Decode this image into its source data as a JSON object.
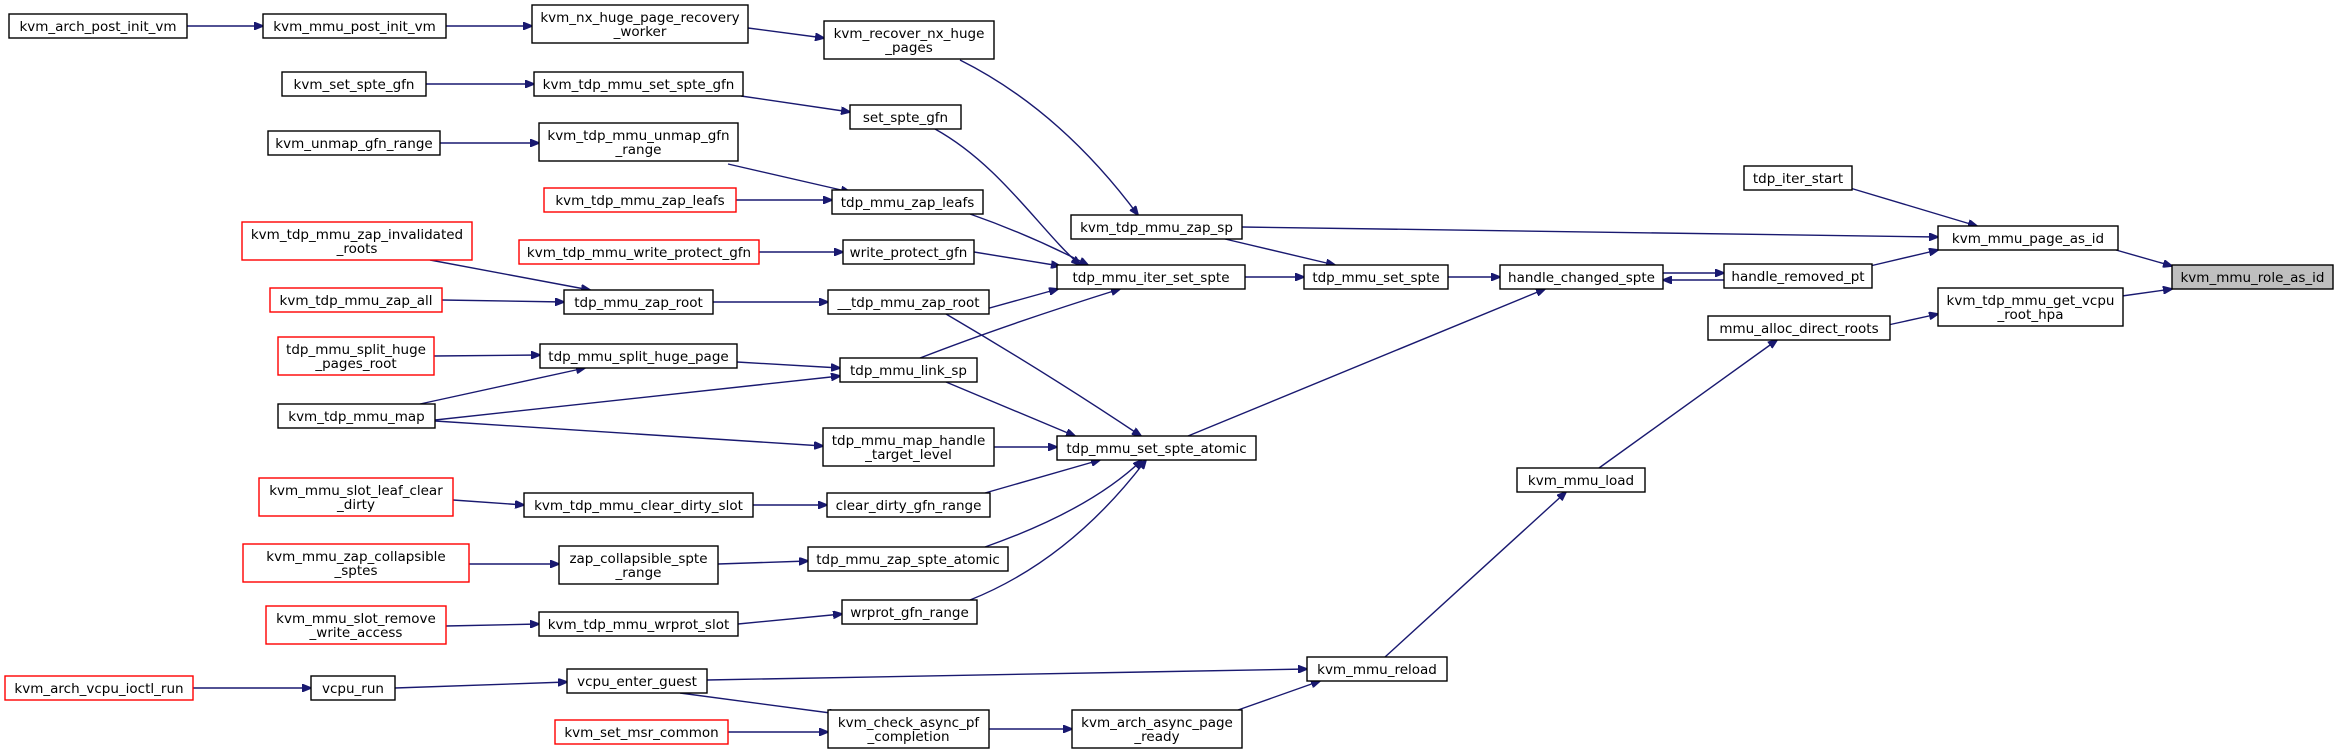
{
  "colors": {
    "edge": "#191970",
    "node_border": "#000000",
    "truncated_border": "#ff0000",
    "root_fill": "#bfbfbf",
    "background": "#ffffff"
  },
  "nodes": [
    {
      "id": "n_root",
      "lines": [
        "kvm_mmu_role_as_id"
      ],
      "style": "root"
    },
    {
      "id": "n_page_as_id",
      "lines": [
        "kvm_mmu_page_as_id"
      ],
      "style": "normal"
    },
    {
      "id": "n_get_vcpu_root_hpa",
      "lines": [
        "kvm_tdp_mmu_get_vcpu",
        "_root_hpa"
      ],
      "style": "normal"
    },
    {
      "id": "n_tdp_iter_start",
      "lines": [
        "tdp_iter_start"
      ],
      "style": "normal"
    },
    {
      "id": "n_handle_removed_pt",
      "lines": [
        "handle_removed_pt"
      ],
      "style": "normal"
    },
    {
      "id": "n_mmu_alloc_direct_roots",
      "lines": [
        "mmu_alloc_direct_roots"
      ],
      "style": "normal"
    },
    {
      "id": "n_handle_changed_spte",
      "lines": [
        "handle_changed_spte"
      ],
      "style": "normal"
    },
    {
      "id": "n_kvm_mmu_load",
      "lines": [
        "kvm_mmu_load"
      ],
      "style": "normal"
    },
    {
      "id": "n_kvm_mmu_reload",
      "lines": [
        "kvm_mmu_reload"
      ],
      "style": "normal"
    },
    {
      "id": "n_tdp_mmu_set_spte",
      "lines": [
        "tdp_mmu_set_spte"
      ],
      "style": "normal"
    },
    {
      "id": "n_tdp_mmu_set_spte_atomic",
      "lines": [
        "tdp_mmu_set_spte_atomic"
      ],
      "style": "normal"
    },
    {
      "id": "n_kvm_tdp_mmu_zap_sp",
      "lines": [
        "kvm_tdp_mmu_zap_sp"
      ],
      "style": "normal"
    },
    {
      "id": "n_tdp_mmu_iter_set_spte",
      "lines": [
        "tdp_mmu_iter_set_spte"
      ],
      "style": "normal"
    },
    {
      "id": "n_kvm_arch_async_page_ready",
      "lines": [
        "kvm_arch_async_page",
        "_ready"
      ],
      "style": "normal"
    },
    {
      "id": "n_vcpu_enter_guest",
      "lines": [
        "vcpu_enter_guest"
      ],
      "style": "normal"
    },
    {
      "id": "n_kvm_recover_nx_huge_pages",
      "lines": [
        "kvm_recover_nx_huge",
        "_pages"
      ],
      "style": "normal"
    },
    {
      "id": "n_set_spte_gfn",
      "lines": [
        "set_spte_gfn"
      ],
      "style": "normal"
    },
    {
      "id": "n_tdp_mmu_zap_leafs",
      "lines": [
        "tdp_mmu_zap_leafs"
      ],
      "style": "normal"
    },
    {
      "id": "n_write_protect_gfn",
      "lines": [
        "write_protect_gfn"
      ],
      "style": "normal"
    },
    {
      "id": "n___tdp_mmu_zap_root",
      "lines": [
        "__tdp_mmu_zap_root"
      ],
      "style": "normal"
    },
    {
      "id": "n_tdp_mmu_link_sp",
      "lines": [
        "tdp_mmu_link_sp"
      ],
      "style": "normal"
    },
    {
      "id": "n_tdp_mmu_map_handle_target_level",
      "lines": [
        "tdp_mmu_map_handle",
        "_target_level"
      ],
      "style": "normal"
    },
    {
      "id": "n_clear_dirty_gfn_range",
      "lines": [
        "clear_dirty_gfn_range"
      ],
      "style": "normal"
    },
    {
      "id": "n_tdp_mmu_zap_spte_atomic",
      "lines": [
        "tdp_mmu_zap_spte_atomic"
      ],
      "style": "normal"
    },
    {
      "id": "n_wrprot_gfn_range",
      "lines": [
        "wrprot_gfn_range"
      ],
      "style": "normal"
    },
    {
      "id": "n_kvm_check_async_pf_completion",
      "lines": [
        "kvm_check_async_pf",
        "_completion"
      ],
      "style": "normal"
    },
    {
      "id": "n_kvm_nx_huge_page_recovery_worker",
      "lines": [
        "kvm_nx_huge_page_recovery",
        "_worker"
      ],
      "style": "normal"
    },
    {
      "id": "n_kvm_tdp_mmu_set_spte_gfn",
      "lines": [
        "kvm_tdp_mmu_set_spte_gfn"
      ],
      "style": "normal"
    },
    {
      "id": "n_kvm_tdp_mmu_unmap_gfn_range",
      "lines": [
        "kvm_tdp_mmu_unmap_gfn",
        "_range"
      ],
      "style": "normal"
    },
    {
      "id": "n_tdp_mmu_zap_root",
      "lines": [
        "tdp_mmu_zap_root"
      ],
      "style": "normal"
    },
    {
      "id": "n_tdp_mmu_split_huge_page",
      "lines": [
        "tdp_mmu_split_huge_page"
      ],
      "style": "normal"
    },
    {
      "id": "n_kvm_tdp_mmu_clear_dirty_slot",
      "lines": [
        "kvm_tdp_mmu_clear_dirty_slot"
      ],
      "style": "normal"
    },
    {
      "id": "n_zap_collapsible_spte_range",
      "lines": [
        "zap_collapsible_spte",
        "_range"
      ],
      "style": "normal"
    },
    {
      "id": "n_kvm_tdp_mmu_wrprot_slot",
      "lines": [
        "kvm_tdp_mmu_wrprot_slot"
      ],
      "style": "normal"
    },
    {
      "id": "n_vcpu_run",
      "lines": [
        "vcpu_run"
      ],
      "style": "normal"
    },
    {
      "id": "n_kvm_tdp_mmu_zap_leafs",
      "lines": [
        "kvm_tdp_mmu_zap_leafs"
      ],
      "style": "truncated"
    },
    {
      "id": "n_kvm_tdp_mmu_write_protect_gfn",
      "lines": [
        "kvm_tdp_mmu_write_protect_gfn"
      ],
      "style": "truncated"
    },
    {
      "id": "n_kvm_tdp_mmu_zap_invalidated_roots",
      "lines": [
        "kvm_tdp_mmu_zap_invalidated",
        "_roots"
      ],
      "style": "truncated"
    },
    {
      "id": "n_kvm_tdp_mmu_zap_all",
      "lines": [
        "kvm_tdp_mmu_zap_all"
      ],
      "style": "truncated"
    },
    {
      "id": "n_tdp_mmu_split_huge_pages_root",
      "lines": [
        "tdp_mmu_split_huge",
        "_pages_root"
      ],
      "style": "truncated"
    },
    {
      "id": "n_kvm_tdp_mmu_map",
      "lines": [
        "kvm_tdp_mmu_map"
      ],
      "style": "normal"
    },
    {
      "id": "n_kvm_mmu_slot_leaf_clear_dirty",
      "lines": [
        "kvm_mmu_slot_leaf_clear",
        "_dirty"
      ],
      "style": "truncated"
    },
    {
      "id": "n_kvm_mmu_zap_collapsible_sptes",
      "lines": [
        "kvm_mmu_zap_collapsible",
        "_sptes"
      ],
      "style": "truncated"
    },
    {
      "id": "n_kvm_mmu_slot_remove_write_access",
      "lines": [
        "kvm_mmu_slot_remove",
        "_write_access"
      ],
      "style": "truncated"
    },
    {
      "id": "n_kvm_set_msr_common",
      "lines": [
        "kvm_set_msr_common"
      ],
      "style": "truncated"
    },
    {
      "id": "n_kvm_mmu_post_init_vm",
      "lines": [
        "kvm_mmu_post_init_vm"
      ],
      "style": "normal"
    },
    {
      "id": "n_kvm_set_spte_gfn",
      "lines": [
        "kvm_set_spte_gfn"
      ],
      "style": "normal"
    },
    {
      "id": "n_kvm_unmap_gfn_range",
      "lines": [
        "kvm_unmap_gfn_range"
      ],
      "style": "normal"
    },
    {
      "id": "n_kvm_arch_vcpu_ioctl_run",
      "lines": [
        "kvm_arch_vcpu_ioctl_run"
      ],
      "style": "truncated"
    },
    {
      "id": "n_kvm_arch_post_init_vm",
      "lines": [
        "kvm_arch_post_init_vm"
      ],
      "style": "normal"
    }
  ],
  "edges": [
    {
      "from": "n_page_as_id",
      "to": "n_root"
    },
    {
      "from": "n_get_vcpu_root_hpa",
      "to": "n_root"
    },
    {
      "from": "n_tdp_iter_start",
      "to": "n_page_as_id"
    },
    {
      "from": "n_handle_removed_pt",
      "to": "n_page_as_id"
    },
    {
      "from": "n_kvm_tdp_mmu_zap_sp",
      "to": "n_page_as_id"
    },
    {
      "from": "n_mmu_alloc_direct_roots",
      "to": "n_get_vcpu_root_hpa"
    },
    {
      "from": "n_handle_changed_spte",
      "to": "n_handle_removed_pt"
    },
    {
      "from": "n_handle_removed_pt",
      "to": "n_handle_changed_spte"
    },
    {
      "from": "n_kvm_mmu_load",
      "to": "n_mmu_alloc_direct_roots"
    },
    {
      "from": "n_kvm_mmu_reload",
      "to": "n_kvm_mmu_load"
    },
    {
      "from": "n_tdp_mmu_set_spte",
      "to": "n_handle_changed_spte"
    },
    {
      "from": "n_tdp_mmu_set_spte_atomic",
      "to": "n_handle_changed_spte"
    },
    {
      "from": "n_kvm_tdp_mmu_zap_sp",
      "to": "n_tdp_mmu_set_spte"
    },
    {
      "from": "n_tdp_mmu_iter_set_spte",
      "to": "n_tdp_mmu_set_spte"
    },
    {
      "from": "n_kvm_arch_async_page_ready",
      "to": "n_kvm_mmu_reload"
    },
    {
      "from": "n_vcpu_enter_guest",
      "to": "n_kvm_mmu_reload"
    },
    {
      "from": "n_kvm_recover_nx_huge_pages",
      "to": "n_kvm_tdp_mmu_zap_sp"
    },
    {
      "from": "n_set_spte_gfn",
      "to": "n_tdp_mmu_iter_set_spte"
    },
    {
      "from": "n_tdp_mmu_zap_leafs",
      "to": "n_tdp_mmu_iter_set_spte"
    },
    {
      "from": "n_write_protect_gfn",
      "to": "n_tdp_mmu_iter_set_spte"
    },
    {
      "from": "n___tdp_mmu_zap_root",
      "to": "n_tdp_mmu_iter_set_spte"
    },
    {
      "from": "n_tdp_mmu_link_sp",
      "to": "n_tdp_mmu_iter_set_spte"
    },
    {
      "from": "n___tdp_mmu_zap_root",
      "to": "n_tdp_mmu_set_spte_atomic"
    },
    {
      "from": "n_tdp_mmu_link_sp",
      "to": "n_tdp_mmu_set_spte_atomic"
    },
    {
      "from": "n_tdp_mmu_map_handle_target_level",
      "to": "n_tdp_mmu_set_spte_atomic"
    },
    {
      "from": "n_clear_dirty_gfn_range",
      "to": "n_tdp_mmu_set_spte_atomic"
    },
    {
      "from": "n_tdp_mmu_zap_spte_atomic",
      "to": "n_tdp_mmu_set_spte_atomic"
    },
    {
      "from": "n_wrprot_gfn_range",
      "to": "n_tdp_mmu_set_spte_atomic"
    },
    {
      "from": "n_kvm_check_async_pf_completion",
      "to": "n_kvm_arch_async_page_ready"
    },
    {
      "from": "n_kvm_nx_huge_page_recovery_worker",
      "to": "n_kvm_recover_nx_huge_pages"
    },
    {
      "from": "n_kvm_tdp_mmu_set_spte_gfn",
      "to": "n_set_spte_gfn"
    },
    {
      "from": "n_kvm_tdp_mmu_unmap_gfn_range",
      "to": "n_tdp_mmu_zap_leafs"
    },
    {
      "from": "n_kvm_tdp_mmu_zap_leafs",
      "to": "n_tdp_mmu_zap_leafs"
    },
    {
      "from": "n_kvm_tdp_mmu_write_protect_gfn",
      "to": "n_write_protect_gfn"
    },
    {
      "from": "n_tdp_mmu_zap_root",
      "to": "n___tdp_mmu_zap_root"
    },
    {
      "from": "n_tdp_mmu_split_huge_page",
      "to": "n_tdp_mmu_link_sp"
    },
    {
      "from": "n_kvm_tdp_mmu_map",
      "to": "n_tdp_mmu_link_sp"
    },
    {
      "from": "n_kvm_tdp_mmu_map",
      "to": "n_tdp_mmu_map_handle_target_level"
    },
    {
      "from": "n_kvm_tdp_mmu_clear_dirty_slot",
      "to": "n_clear_dirty_gfn_range"
    },
    {
      "from": "n_zap_collapsible_spte_range",
      "to": "n_tdp_mmu_zap_spte_atomic"
    },
    {
      "from": "n_kvm_tdp_mmu_wrprot_slot",
      "to": "n_wrprot_gfn_range"
    },
    {
      "from": "n_vcpu_enter_guest",
      "to": "n_kvm_check_async_pf_completion"
    },
    {
      "from": "n_kvm_set_msr_common",
      "to": "n_kvm_check_async_pf_completion"
    },
    {
      "from": "n_kvm_mmu_post_init_vm",
      "to": "n_kvm_nx_huge_page_recovery_worker"
    },
    {
      "from": "n_kvm_set_spte_gfn",
      "to": "n_kvm_tdp_mmu_set_spte_gfn"
    },
    {
      "from": "n_kvm_unmap_gfn_range",
      "to": "n_kvm_tdp_mmu_unmap_gfn_range"
    },
    {
      "from": "n_kvm_tdp_mmu_zap_invalidated_roots",
      "to": "n_tdp_mmu_zap_root"
    },
    {
      "from": "n_kvm_tdp_mmu_zap_all",
      "to": "n_tdp_mmu_zap_root"
    },
    {
      "from": "n_tdp_mmu_split_huge_pages_root",
      "to": "n_tdp_mmu_split_huge_page"
    },
    {
      "from": "n_kvm_tdp_mmu_map",
      "to": "n_tdp_mmu_split_huge_page"
    },
    {
      "from": "n_kvm_mmu_slot_leaf_clear_dirty",
      "to": "n_kvm_tdp_mmu_clear_dirty_slot"
    },
    {
      "from": "n_kvm_mmu_zap_collapsible_sptes",
      "to": "n_zap_collapsible_spte_range"
    },
    {
      "from": "n_kvm_mmu_slot_remove_write_access",
      "to": "n_kvm_tdp_mmu_wrprot_slot"
    },
    {
      "from": "n_vcpu_run",
      "to": "n_vcpu_enter_guest"
    },
    {
      "from": "n_kvm_arch_vcpu_ioctl_run",
      "to": "n_vcpu_run"
    },
    {
      "from": "n_kvm_arch_post_init_vm",
      "to": "n_kvm_mmu_post_init_vm"
    }
  ]
}
